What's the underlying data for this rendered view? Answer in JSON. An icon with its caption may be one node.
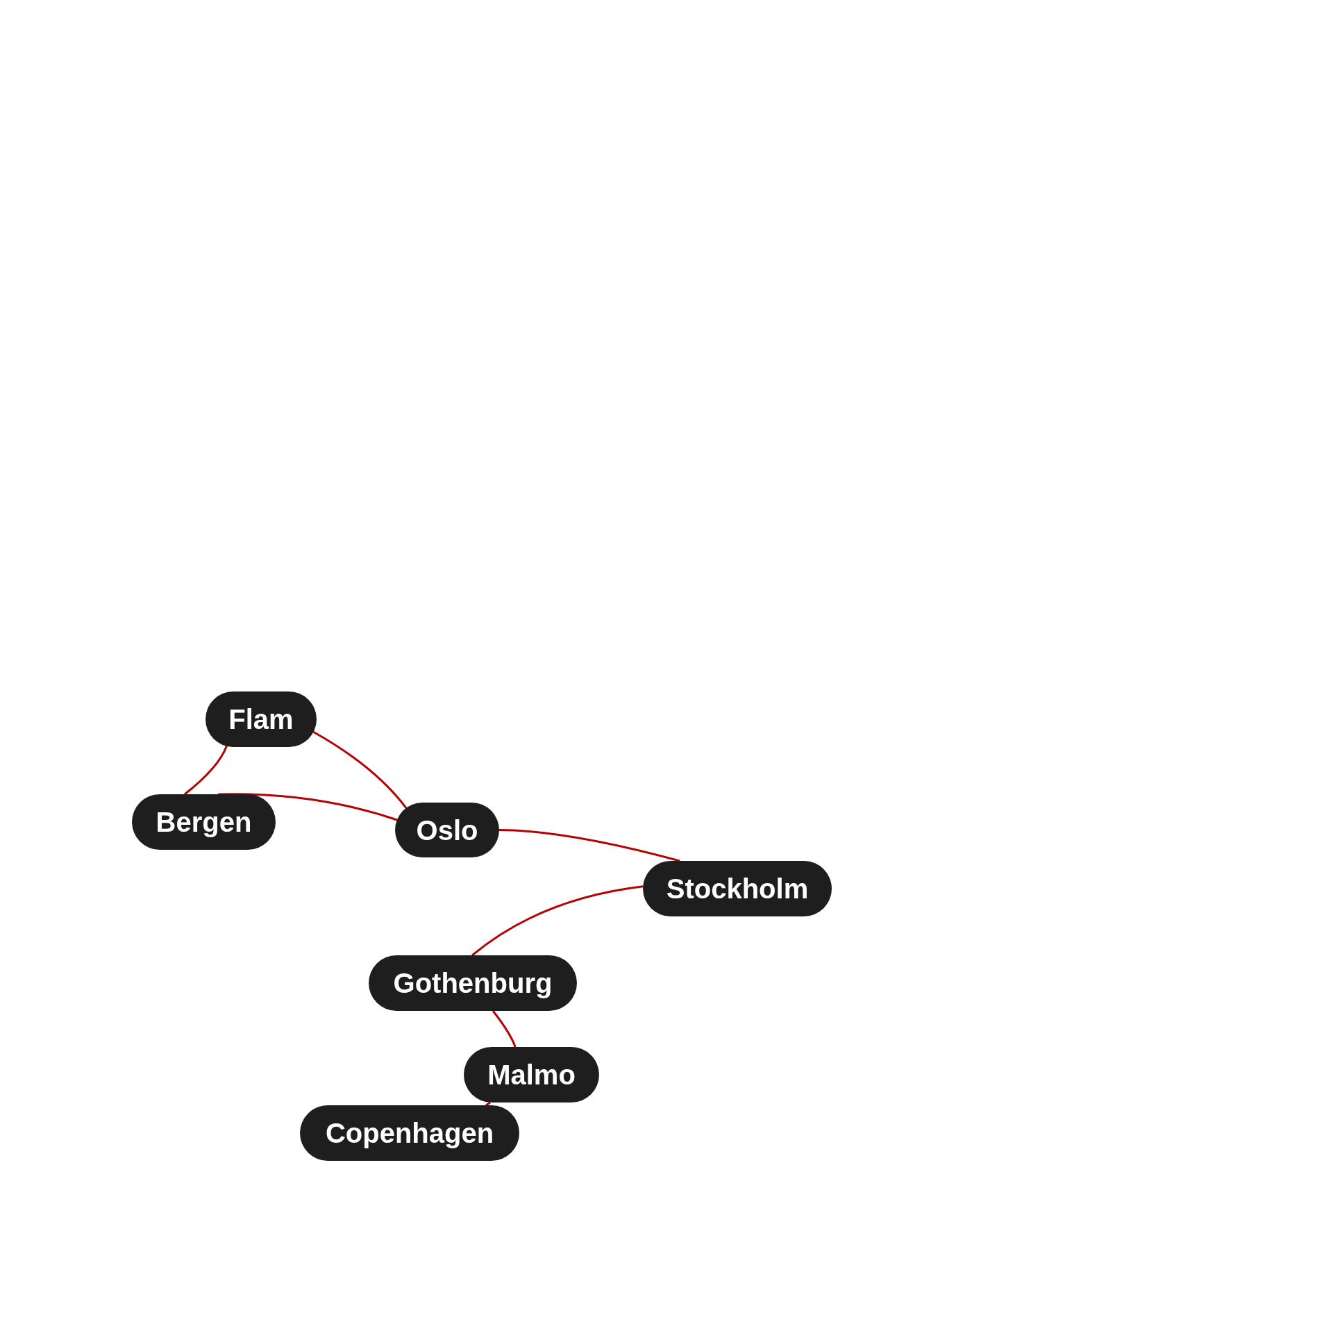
{
  "diagram": {
    "nodes": [
      {
        "text": [
          "Flam"
        ]
      },
      {
        "text": [
          "Bergen"
        ]
      },
      {
        "text": [
          "Oslo"
        ]
      },
      {
        "text": [
          "Stockholm"
        ]
      },
      {
        "text": [
          "Gothenburg"
        ]
      },
      {
        "text": [
          "Malmo"
        ]
      },
      {
        "text": [
          "Copenhagen"
        ]
      }
    ],
    "edges": [
      {
        "from": 0,
        "to": 1,
        "arrow": "none"
      },
      {
        "from": 0,
        "to": 2,
        "arrow": "none"
      },
      {
        "from": 1,
        "to": 2,
        "arrow": "none"
      },
      {
        "from": 2,
        "to": 3,
        "arrow": "none"
      },
      {
        "from": 3,
        "to": 4,
        "arrow": "none"
      },
      {
        "from": 4,
        "to": 5,
        "arrow": "none"
      },
      {
        "from": 5,
        "to": 6,
        "arrow": "none"
      }
    ]
  }
}
